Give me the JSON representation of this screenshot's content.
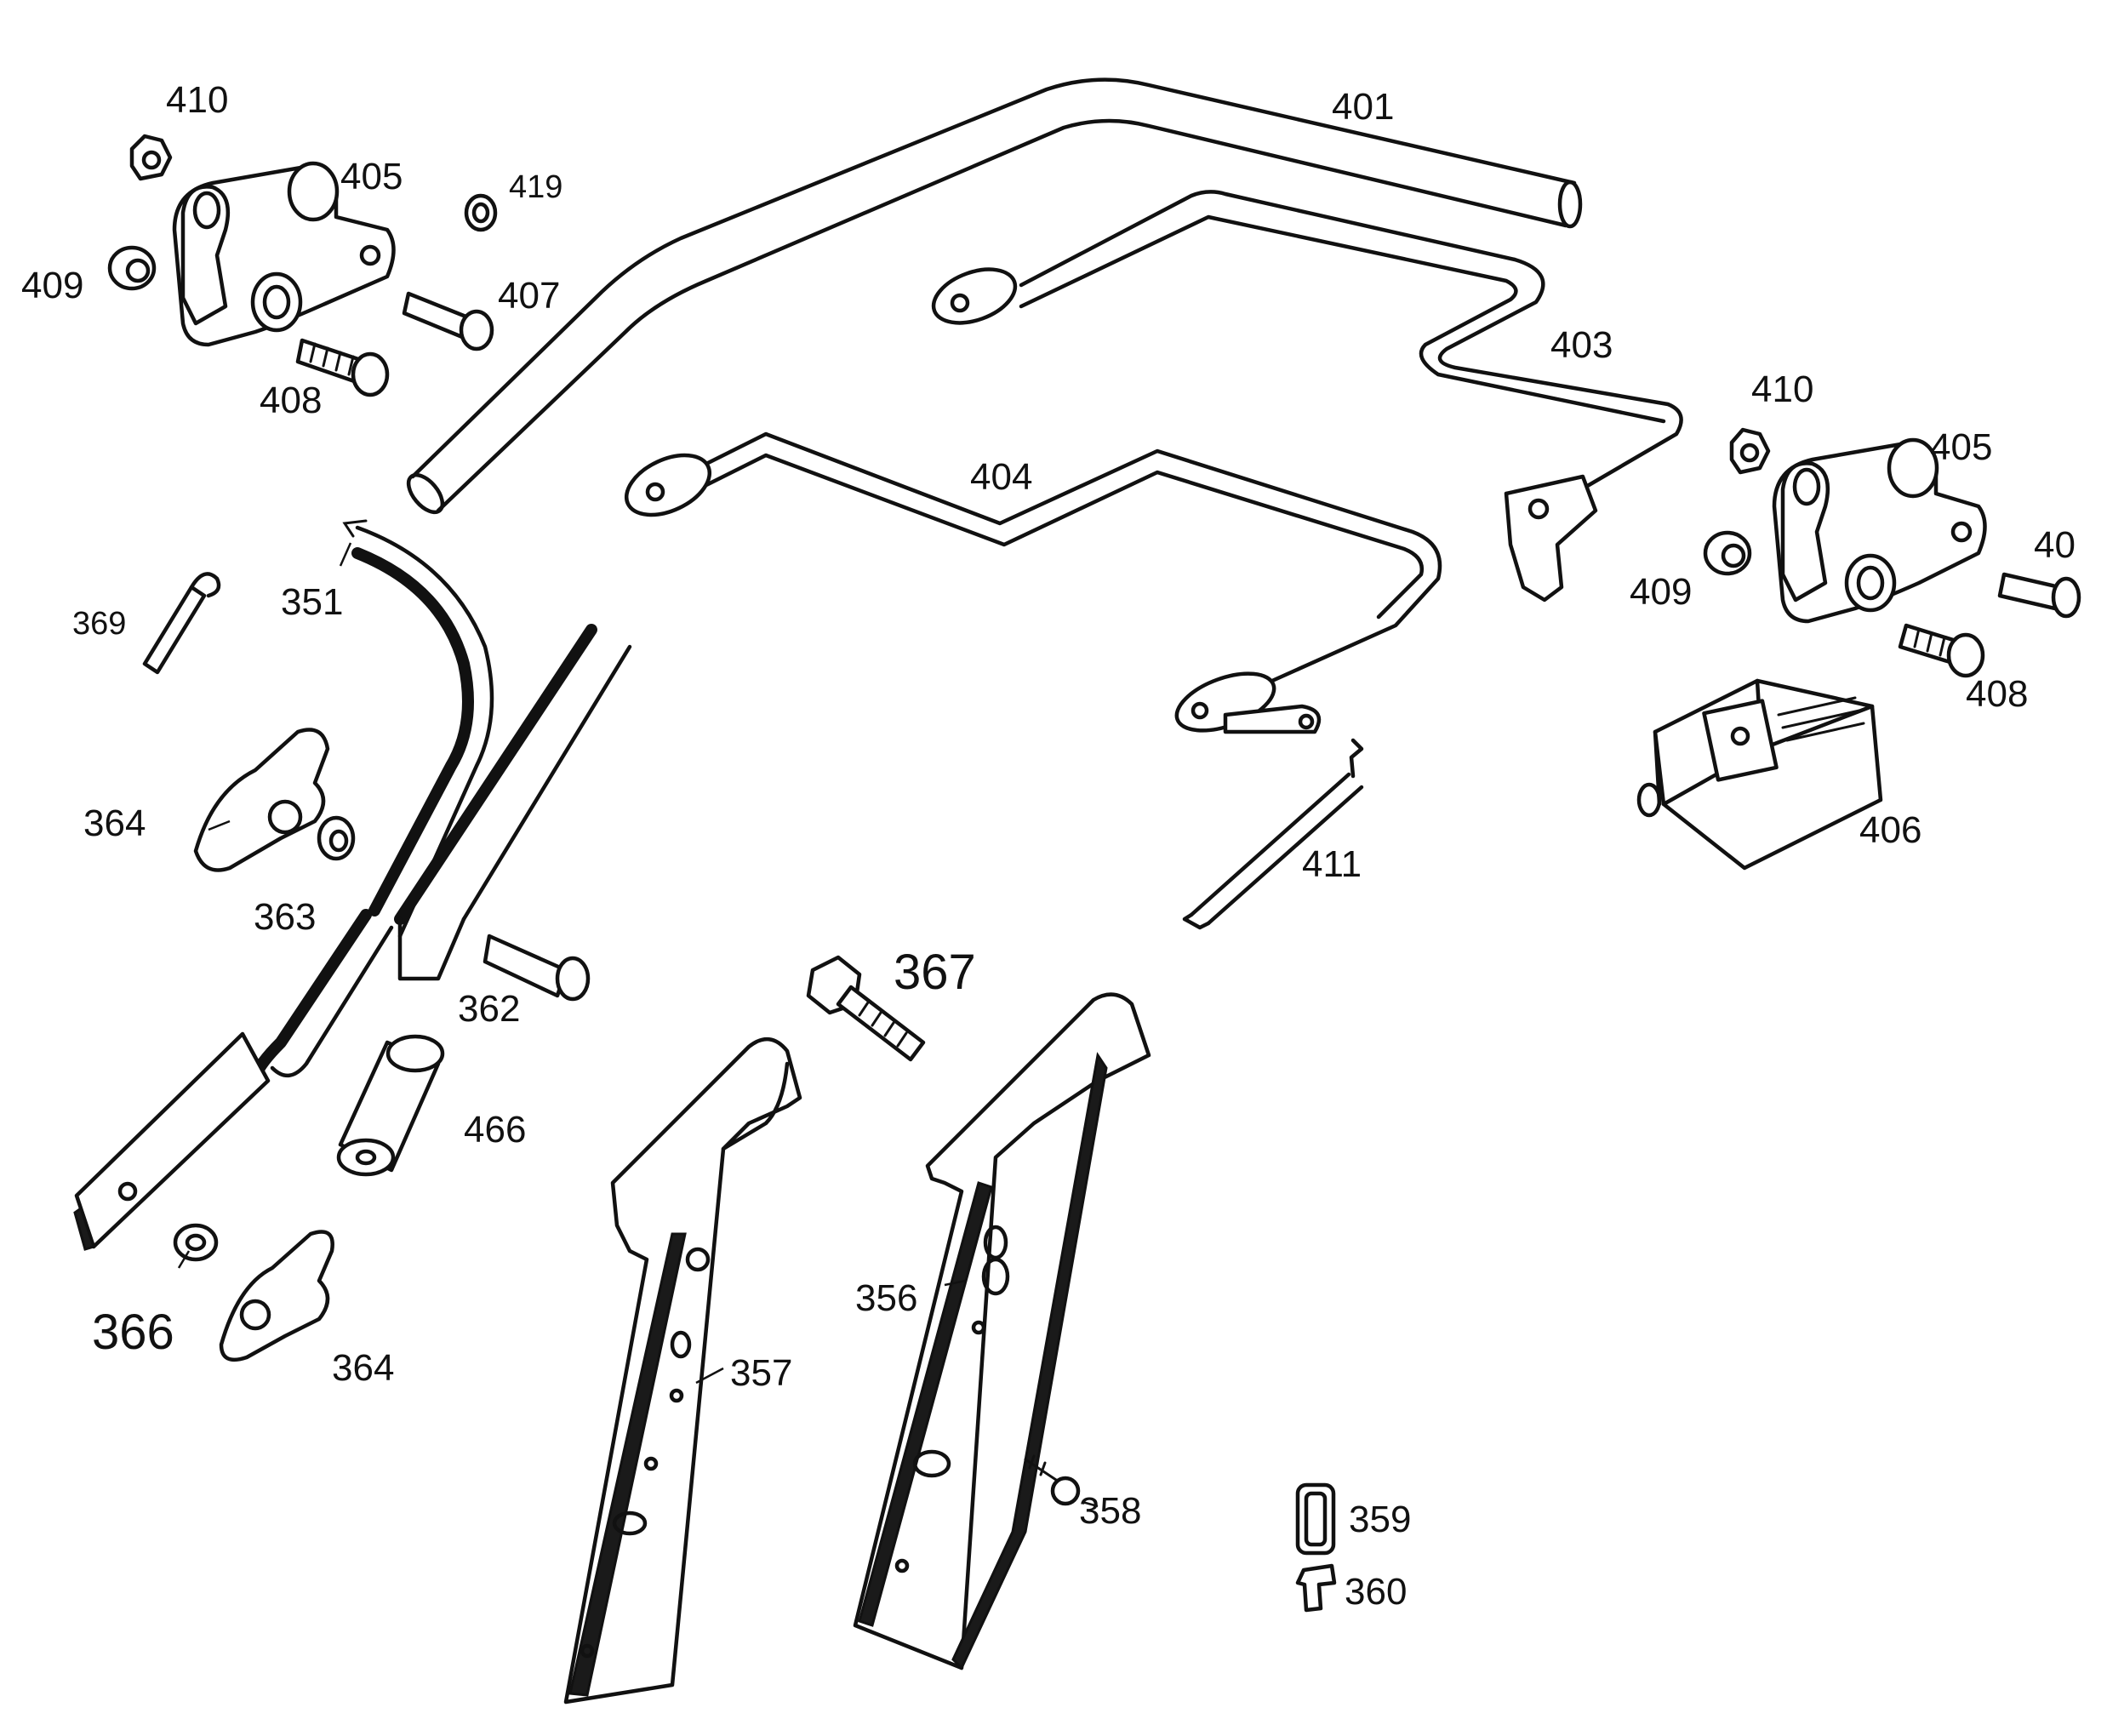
{
  "labels": {
    "p410a": "410",
    "p405a": "405",
    "p419": "419",
    "p409a": "409",
    "p407": "407",
    "p408a": "408",
    "p401": "401",
    "p403": "403",
    "p404": "404",
    "p410b": "410",
    "p405b": "405",
    "p40x": "40",
    "p409b": "409",
    "p408b": "408",
    "p406": "406",
    "p411": "411",
    "p369": "369",
    "p351": "351",
    "p364a": "364",
    "p363": "363",
    "p362": "362",
    "p367": "367",
    "p466": "466",
    "p366": "366",
    "p364b": "364",
    "p356": "356",
    "p357": "357",
    "p358": "358",
    "p359": "359",
    "p360": "360"
  }
}
